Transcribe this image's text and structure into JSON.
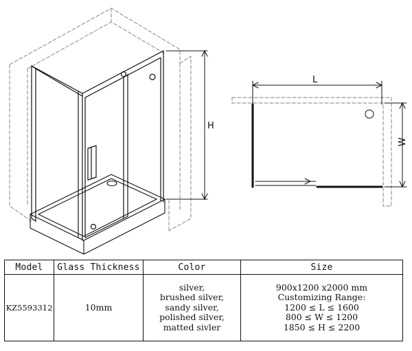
{
  "diagram": {
    "dimension_labels": {
      "height": "H",
      "length": "L",
      "width": "W"
    }
  },
  "spec_table": {
    "headers": [
      "Model",
      "Glass Thickness",
      "Color",
      "Size"
    ],
    "row": {
      "model": "KZ5593312",
      "glass_thickness": "10mm",
      "colors": [
        "silver,",
        "brushed silver,",
        "sandy silver,",
        "polished silver,",
        "matted sivler"
      ],
      "size_lines": [
        "900x1200 x2000 mm",
        "Customizing Range:",
        "1200 ≤ L ≤ 1600",
        "800 ≤ W ≤ 1200",
        "1850 ≤ H ≤ 2200"
      ]
    }
  }
}
